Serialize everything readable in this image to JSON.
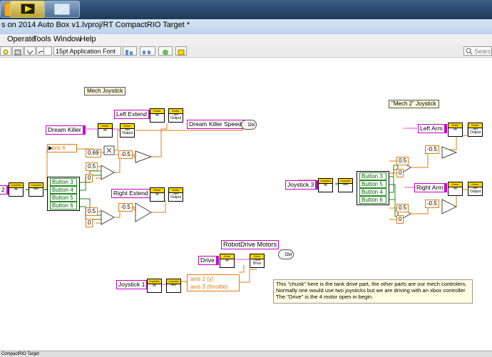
{
  "window": {
    "title": "s on 2014 Auto Box v1.lvproj/RT CompactRIO Target *"
  },
  "menu": [
    "Operate",
    "Tools",
    "Window",
    "Help"
  ],
  "toolbar": {
    "font": "15pt Application Font",
    "search_placeholder": "Search"
  },
  "diagram": {
    "captions": {
      "mech_joystick": "Mech Joystick",
      "mech2_joystick": "\"Mech 2\" Joystick",
      "robotdrive_motors": "RobotDrive Motors"
    },
    "controls": {
      "left_extend": "Left Extend",
      "dream_killer": "Dream Killer",
      "dream_killer_speed": "Dream Killer Speed",
      "right_extend": "Right Extend",
      "left_arm": "Left Arm",
      "right_arm": "Right Arm",
      "joystick_3": "Joystick 3",
      "drive": "Drive",
      "joystick_1": "Joystick 1",
      "edge_num": "2"
    },
    "vis": {
      "motor": "Motor",
      "set_output": "Set Output",
      "joystick": "Joystick",
      "get": "Get",
      "drive_hdr": "Drive",
      "tank_drive": "Tank Drive",
      "dbl": "Dbl"
    },
    "constants": {
      "k069": "0.69",
      "neg05": "-0.5",
      "pos05": "0.5",
      "zero": "0"
    },
    "buttons": [
      "Button 3",
      "Button 4",
      "Button 5",
      "Button 6"
    ],
    "mech2_buttons": [
      "Button 3",
      "Button 5",
      "Button 4",
      "Button 6"
    ],
    "axis6": "axis 6",
    "drive_axes": [
      "axis 2 (y)",
      "axis 3 (throttle)"
    ],
    "comment": "This \"chunk\" here is the tank drive part, the other parts are our mech controlers.\nNormally one would use two joysticks but we are driving with an xbox controller\nThe \"Drive\" is the 4 motor open in begin."
  },
  "status": "CompactRIO Target"
}
